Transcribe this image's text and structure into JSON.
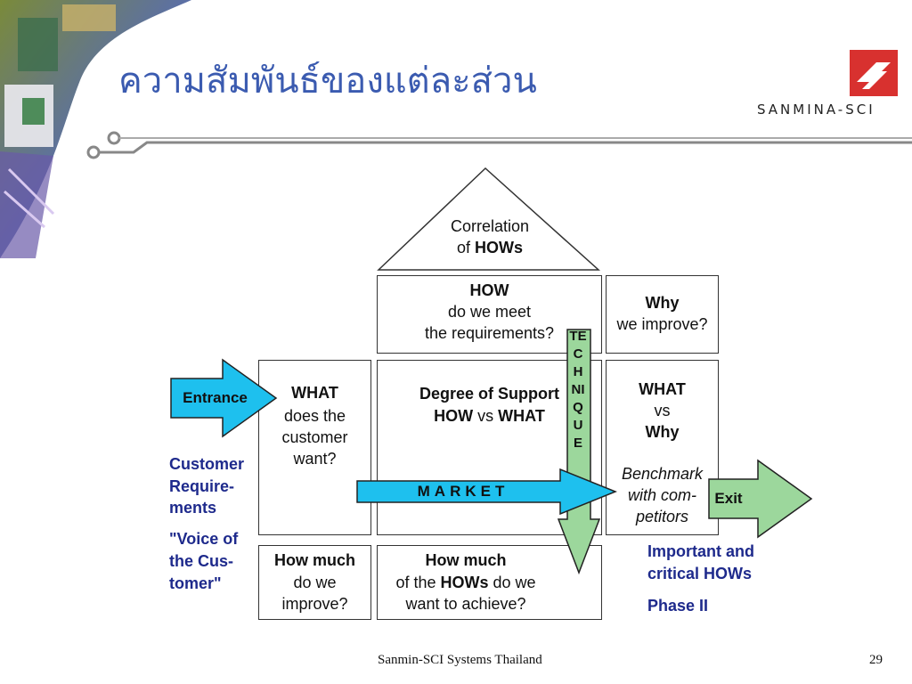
{
  "slide": {
    "title": "ความสัมพันธ์ของแต่ละส่วน",
    "logo_text": "SANMINA-SCI",
    "footer_left": "Sanmin-SCI Systems Thailand",
    "page_number": "29"
  },
  "colors": {
    "title": "#3b5bb0",
    "logo_red": "#d8312f",
    "arrow_cyan": "#1ec0ee",
    "arrow_green": "#9cd79c",
    "label_blue": "#1e2a8c"
  },
  "diagram": {
    "roof": {
      "line1": "Correlation",
      "line2_prefix": "of ",
      "line2_bold": "HOWs"
    },
    "how": {
      "bold": "HOW",
      "line2": "do we meet",
      "line3": "the requirements?"
    },
    "why": {
      "bold": "Why",
      "line2": "we improve?"
    },
    "what": {
      "bold": "WHAT",
      "line2": "does the",
      "line3": "customer",
      "line4": "want?"
    },
    "degree": {
      "line1": "Degree of Support",
      "line2_a": "HOW",
      "line2_b": " vs ",
      "line2_c": "WHAT"
    },
    "what_vs_why": {
      "line1": "WHAT",
      "line2": "vs",
      "line3": "Why",
      "italic1": "Benchmark",
      "italic2": "with com-",
      "italic3": "petitors"
    },
    "how_much_improve": {
      "bold": "How much",
      "line2": "do we",
      "line3": "improve?"
    },
    "how_much_achieve": {
      "bold": "How much",
      "line2_prefix": "of the ",
      "line2_bold": "HOWs",
      "line2_suffix": " do we",
      "line3": "want to achieve?"
    },
    "arrows": {
      "entrance": "Entrance",
      "market": "MARKET",
      "technique": "TECHNIQUE",
      "exit": "Exit"
    },
    "left_labels": {
      "customer1": "Customer",
      "customer2": "Require-",
      "customer3": "ments",
      "voice1": "\"Voice of",
      "voice2": "the Cus-",
      "voice3": "tomer\""
    },
    "right_labels": {
      "important1": "Important and",
      "important2": "critical HOWs",
      "phase": "Phase II"
    }
  }
}
